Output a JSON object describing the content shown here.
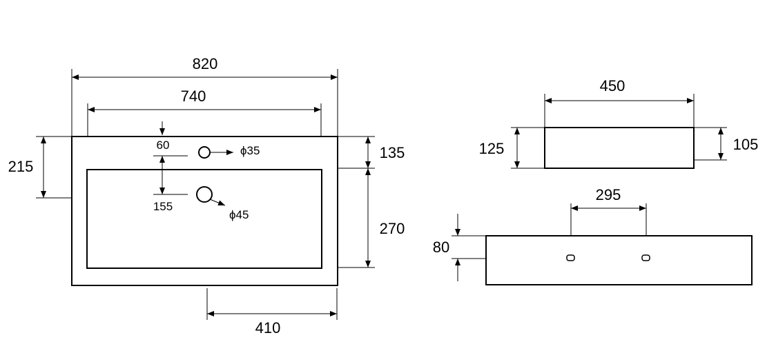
{
  "drawing": {
    "top_view": {
      "overall_width": "820",
      "inner_width": "740",
      "overall_depth_left": "215",
      "back_to_bowl": "135",
      "bowl_depth": "270",
      "tap_offset": "60",
      "drain_offset": "155",
      "tap_hole_diameter": "ϕ35",
      "drain_diameter": "ϕ45",
      "drain_to_right": "410"
    },
    "side_view": {
      "width": "450",
      "height_left": "125",
      "height_right": "105"
    },
    "front_view": {
      "bracket_spacing": "295",
      "bracket_height": "80"
    }
  }
}
